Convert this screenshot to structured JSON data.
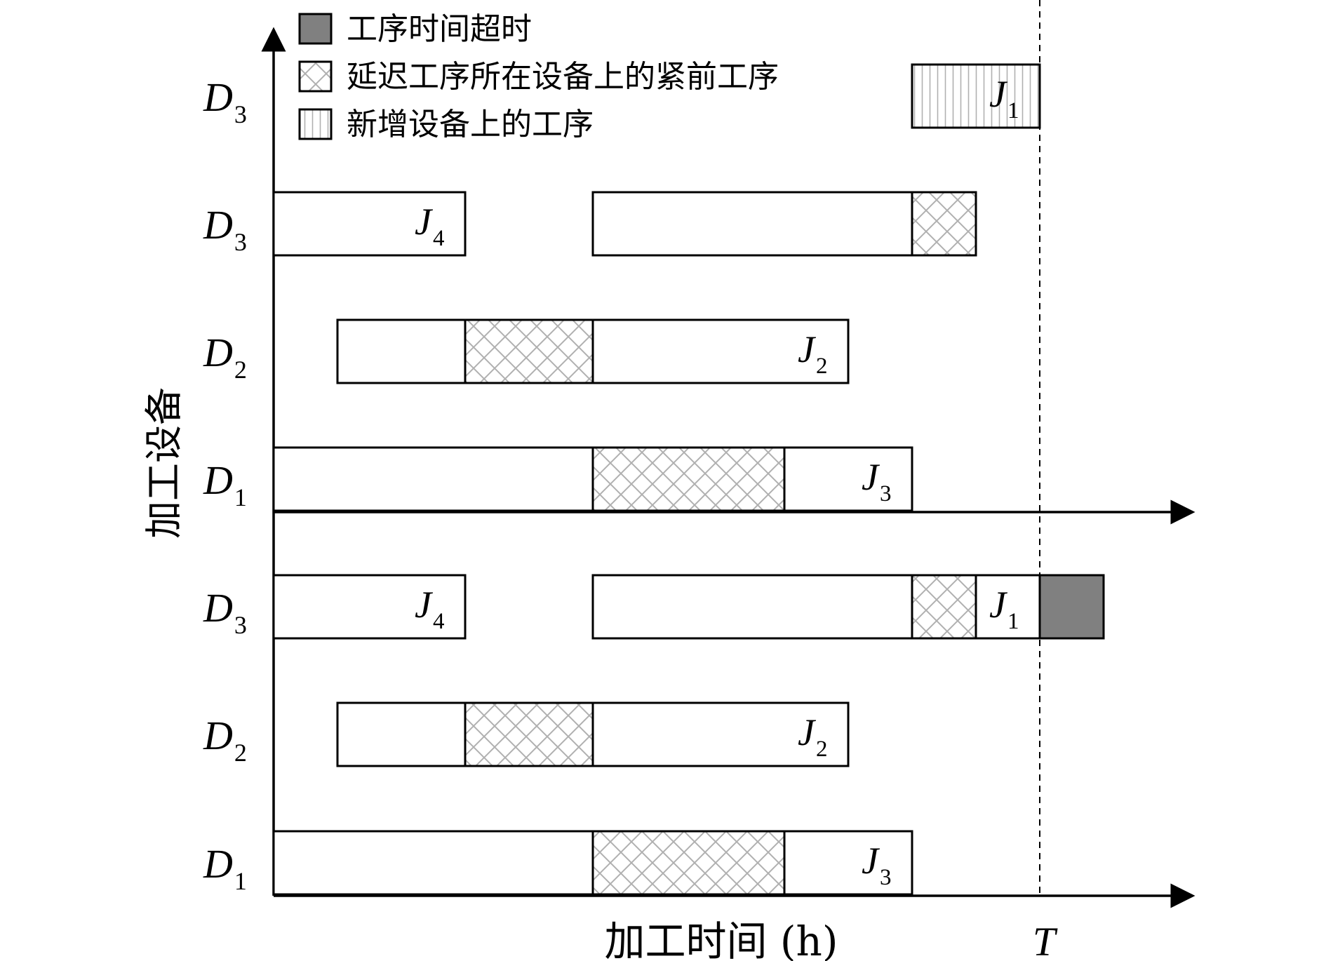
{
  "legend": [
    {
      "key": "overtime",
      "label": "工序时间超时"
    },
    {
      "key": "cross",
      "label": "延迟工序所在设备上的紧前工序"
    },
    {
      "key": "vline",
      "label": "新增设备上的工序"
    }
  ],
  "axes": {
    "y_label": "加工设备",
    "x_label": "加工时间 (h)",
    "deadline_label": "T",
    "deadline_time": 12
  },
  "colors": {
    "overtime": "#808080",
    "hatch": "#b0b0b0",
    "stroke": "#000000"
  },
  "top_schedule": {
    "rows": [
      {
        "machine": "D",
        "sub": "3",
        "segments": [
          {
            "start": 10,
            "end": 12,
            "fill": "vline",
            "job": "J",
            "job_sub": "1"
          }
        ]
      },
      {
        "machine": "D",
        "sub": "3",
        "segments": [
          {
            "start": 0,
            "end": 3,
            "fill": "none",
            "job": "J",
            "job_sub": "4"
          },
          {
            "start": 5,
            "end": 10,
            "fill": "none"
          },
          {
            "start": 10,
            "end": 11,
            "fill": "cross"
          }
        ]
      },
      {
        "machine": "D",
        "sub": "2",
        "segments": [
          {
            "start": 1,
            "end": 3,
            "fill": "none"
          },
          {
            "start": 3,
            "end": 5,
            "fill": "cross"
          },
          {
            "start": 5,
            "end": 9,
            "fill": "none",
            "job": "J",
            "job_sub": "2"
          }
        ]
      },
      {
        "machine": "D",
        "sub": "1",
        "segments": [
          {
            "start": 0,
            "end": 5,
            "fill": "none"
          },
          {
            "start": 5,
            "end": 8,
            "fill": "cross"
          },
          {
            "start": 8,
            "end": 10,
            "fill": "none",
            "job": "J",
            "job_sub": "3"
          }
        ]
      }
    ]
  },
  "bottom_schedule": {
    "rows": [
      {
        "machine": "D",
        "sub": "3",
        "segments": [
          {
            "start": 0,
            "end": 3,
            "fill": "none",
            "job": "J",
            "job_sub": "4"
          },
          {
            "start": 5,
            "end": 10,
            "fill": "none"
          },
          {
            "start": 10,
            "end": 11,
            "fill": "cross"
          },
          {
            "start": 11,
            "end": 12,
            "fill": "none",
            "job": "J",
            "job_sub": "1"
          },
          {
            "start": 12,
            "end": 13,
            "fill": "overtime"
          }
        ]
      },
      {
        "machine": "D",
        "sub": "2",
        "segments": [
          {
            "start": 1,
            "end": 3,
            "fill": "none"
          },
          {
            "start": 3,
            "end": 5,
            "fill": "cross"
          },
          {
            "start": 5,
            "end": 9,
            "fill": "none",
            "job": "J",
            "job_sub": "2"
          }
        ]
      },
      {
        "machine": "D",
        "sub": "1",
        "segments": [
          {
            "start": 0,
            "end": 5,
            "fill": "none"
          },
          {
            "start": 5,
            "end": 8,
            "fill": "cross"
          },
          {
            "start": 8,
            "end": 10,
            "fill": "none",
            "job": "J",
            "job_sub": "3"
          }
        ]
      }
    ]
  }
}
